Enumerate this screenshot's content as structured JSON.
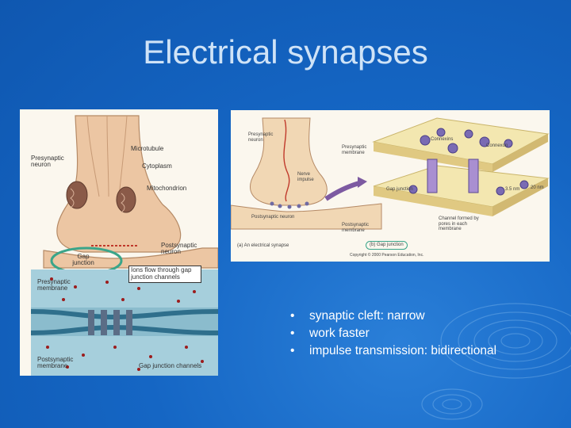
{
  "slide": {
    "title": "Electrical synapses",
    "bullets": [
      "synaptic cleft: narrow",
      "work faster",
      "impulse transmission: bidirectional"
    ],
    "bullet_glyph": "•"
  },
  "left_figure": {
    "labels": {
      "presynaptic_neuron": "Presynaptic neuron",
      "microtubule": "Microtubule",
      "cytoplasm": "Cytoplasm",
      "mitochondrion": "Mitochondrion",
      "postsynaptic_neuron": "Postsynaptic neuron",
      "gap_junction": "Gap junction",
      "ions_flow": "Ions flow through gap junction channels",
      "presynaptic_membrane": "Presynaptic membrane",
      "postsynaptic_membrane": "Postsynaptic membrane",
      "gap_junction_channels": "Gap junction channels"
    }
  },
  "right_figure": {
    "labels": {
      "presynaptic_neuron": "Presynaptic neuron",
      "nerve_impulse": "Nerve impulse",
      "postsynaptic_neuron": "Postsynaptic neuron",
      "caption_a": "(a) An electrical synapse",
      "presynaptic_membrane": "Presynaptic membrane",
      "connexins": "Connexins",
      "connexon": "Connexon",
      "gap_junction": "Gap junction",
      "size_3_5": "3.5 nm",
      "size_20": "20 nm",
      "postsynaptic_membrane": "Postsynaptic membrane",
      "channel_formed": "Channel formed by pores in each membrane",
      "caption_b": "(b) Gap junction",
      "copyright": "Copyright © 2000 Pearson Education, Inc."
    }
  },
  "colors": {
    "background": "#1566c4",
    "title": "#cfe3f7",
    "bullet_text": "#ffffff",
    "callout_ring": "#3aa58a"
  }
}
